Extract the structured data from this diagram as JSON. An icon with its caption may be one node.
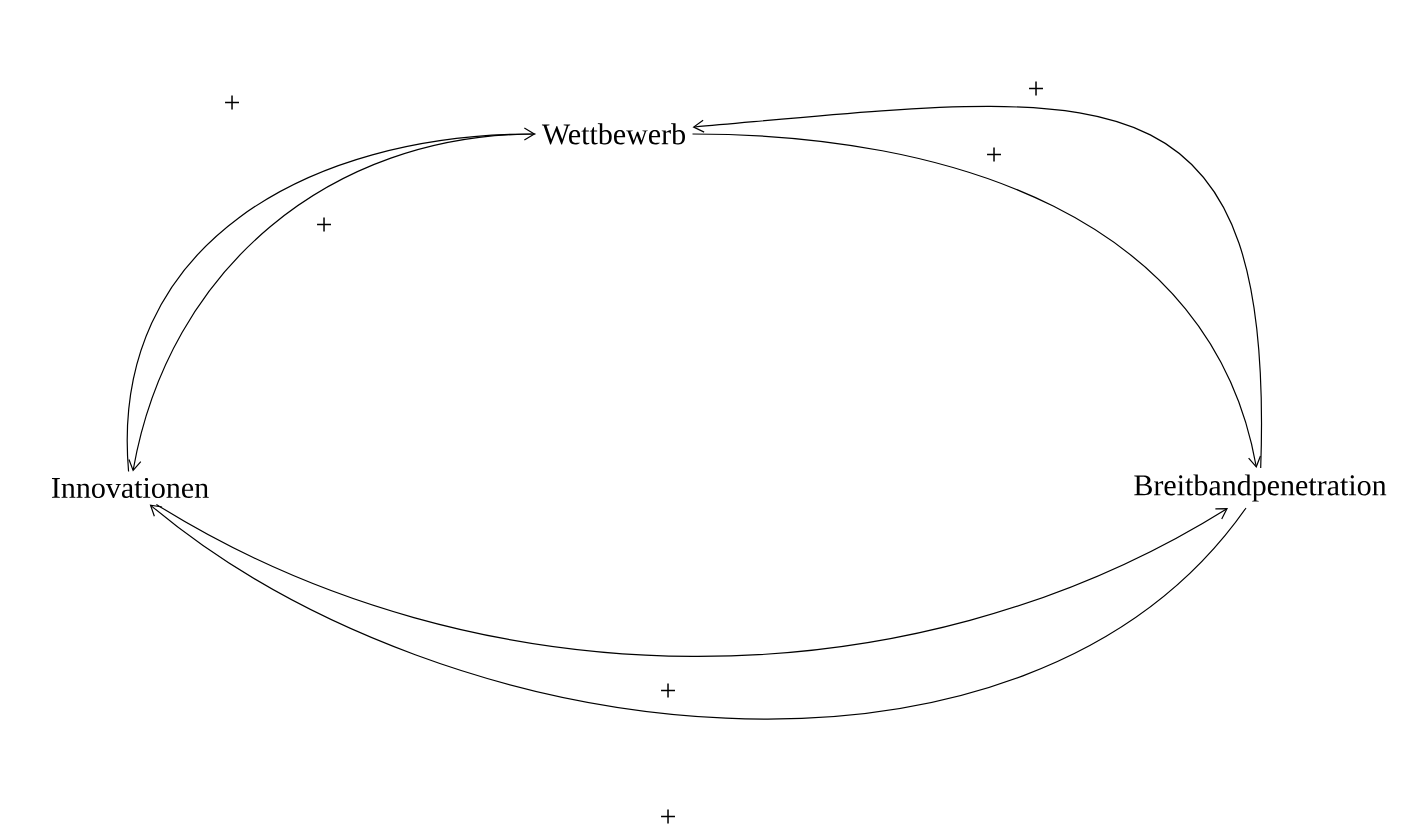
{
  "diagram": {
    "nodes": [
      {
        "text": [
          "Wettbewerb"
        ]
      },
      {
        "text": [
          "Innovationen"
        ]
      },
      {
        "text": [
          "Breitbandpenetration"
        ]
      }
    ],
    "edges": [
      {
        "from": 0,
        "to": 1,
        "arrow": "to",
        "label": "+"
      },
      {
        "from": 1,
        "to": 0,
        "arrow": "to",
        "label": "+"
      },
      {
        "from": 0,
        "to": 2,
        "arrow": "to",
        "label": "+"
      },
      {
        "from": 2,
        "to": 0,
        "arrow": "to",
        "label": "+"
      },
      {
        "from": 1,
        "to": 2,
        "arrow": "to",
        "label": "+"
      },
      {
        "from": 2,
        "to": 1,
        "arrow": "to",
        "label": "+"
      }
    ]
  }
}
